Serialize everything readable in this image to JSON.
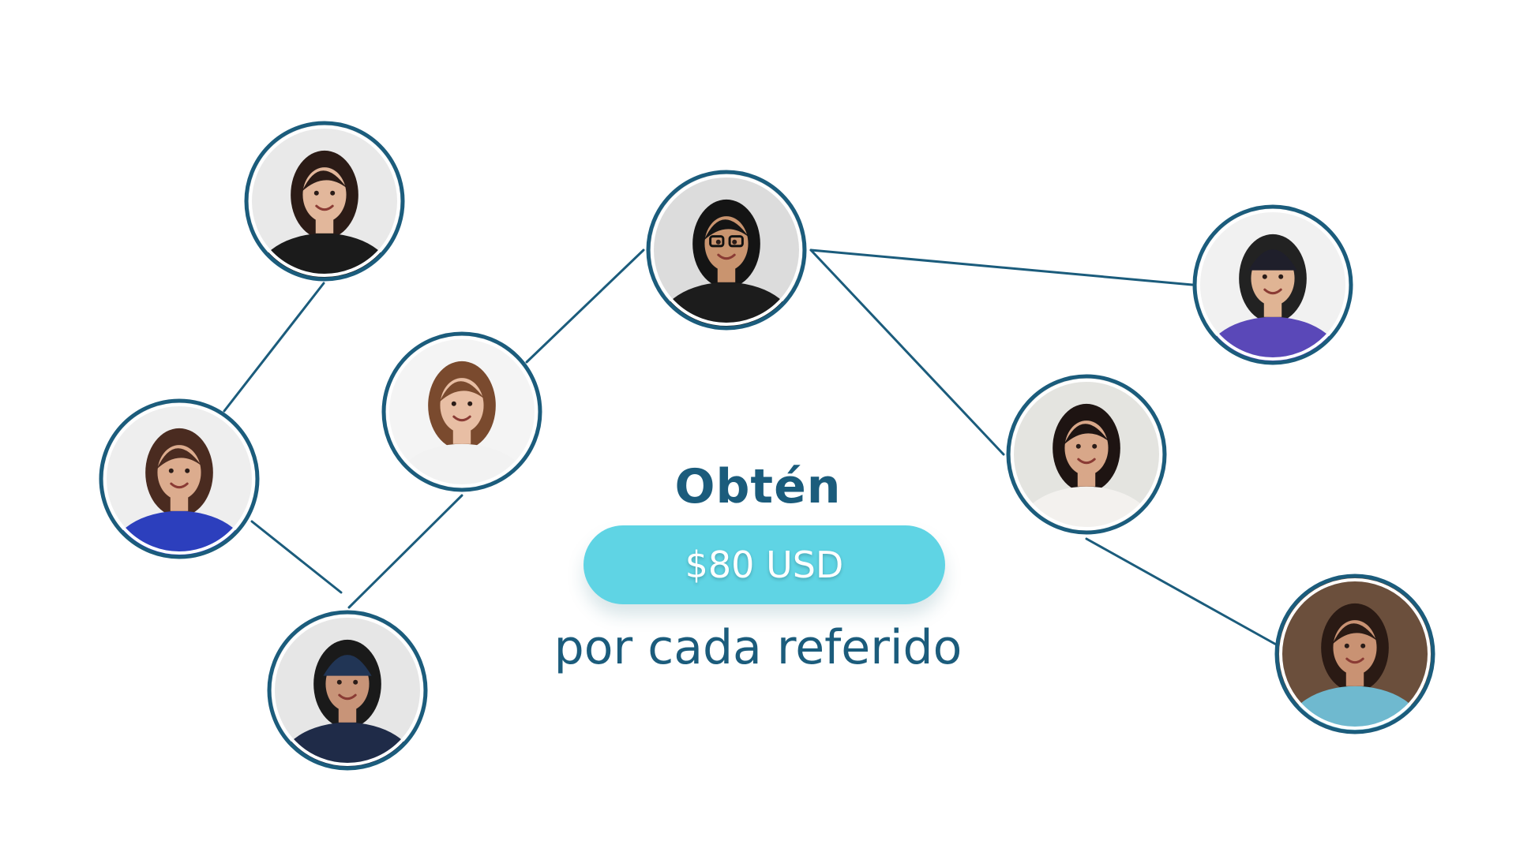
{
  "colors": {
    "background": "#ffffff",
    "connector": "#1b5c7c",
    "ring": "#1b5c7c",
    "headline": "#1b5c7c",
    "pill": "#5fd4e4",
    "pill_text": "#ffffff"
  },
  "headline": {
    "top": "Obtén",
    "amount": "$80 USD",
    "bottom": "por cada referido"
  },
  "profiles": [
    {
      "id": "woman-black-top",
      "skin": "#e2b79b",
      "hair": "#2b1b16",
      "clothes": "#1b1b1b",
      "bg": "#e9e9e9",
      "cap": ""
    },
    {
      "id": "woman-blue-blazer",
      "skin": "#dcac8e",
      "hair": "#4a2b20",
      "clothes": "#2c3fbd",
      "bg": "#eeeeee",
      "cap": ""
    },
    {
      "id": "man-dark-scrubs-cap",
      "skin": "#c89478",
      "hair": "#1a1a1a",
      "clothes": "#1f2b48",
      "bg": "#e6e6e6",
      "cap": "#213555"
    },
    {
      "id": "woman-light-hair",
      "skin": "#e8bea4",
      "hair": "#7a4a2e",
      "clothes": "#f2f2f2",
      "bg": "#f4f4f4",
      "cap": ""
    },
    {
      "id": "man-glasses-black-jacket",
      "skin": "#c9946f",
      "hair": "#141414",
      "clothes": "#1c1c1c",
      "bg": "#dcdcdc",
      "cap": ""
    },
    {
      "id": "man-purple-cap",
      "skin": "#e0b494",
      "hair": "#222222",
      "clothes": "#5a48b8",
      "bg": "#f1f1f1",
      "cap": "#1f1f2b"
    },
    {
      "id": "woman-white-jacket",
      "skin": "#d8a789",
      "hair": "#1e1412",
      "clothes": "#f3f1ee",
      "bg": "#e4e4e0",
      "cap": ""
    },
    {
      "id": "woman-teal-scrubs",
      "skin": "#c99273",
      "hair": "#2a1a14",
      "clothes": "#6fb9cf",
      "bg": "#6b4f3c",
      "cap": ""
    }
  ]
}
